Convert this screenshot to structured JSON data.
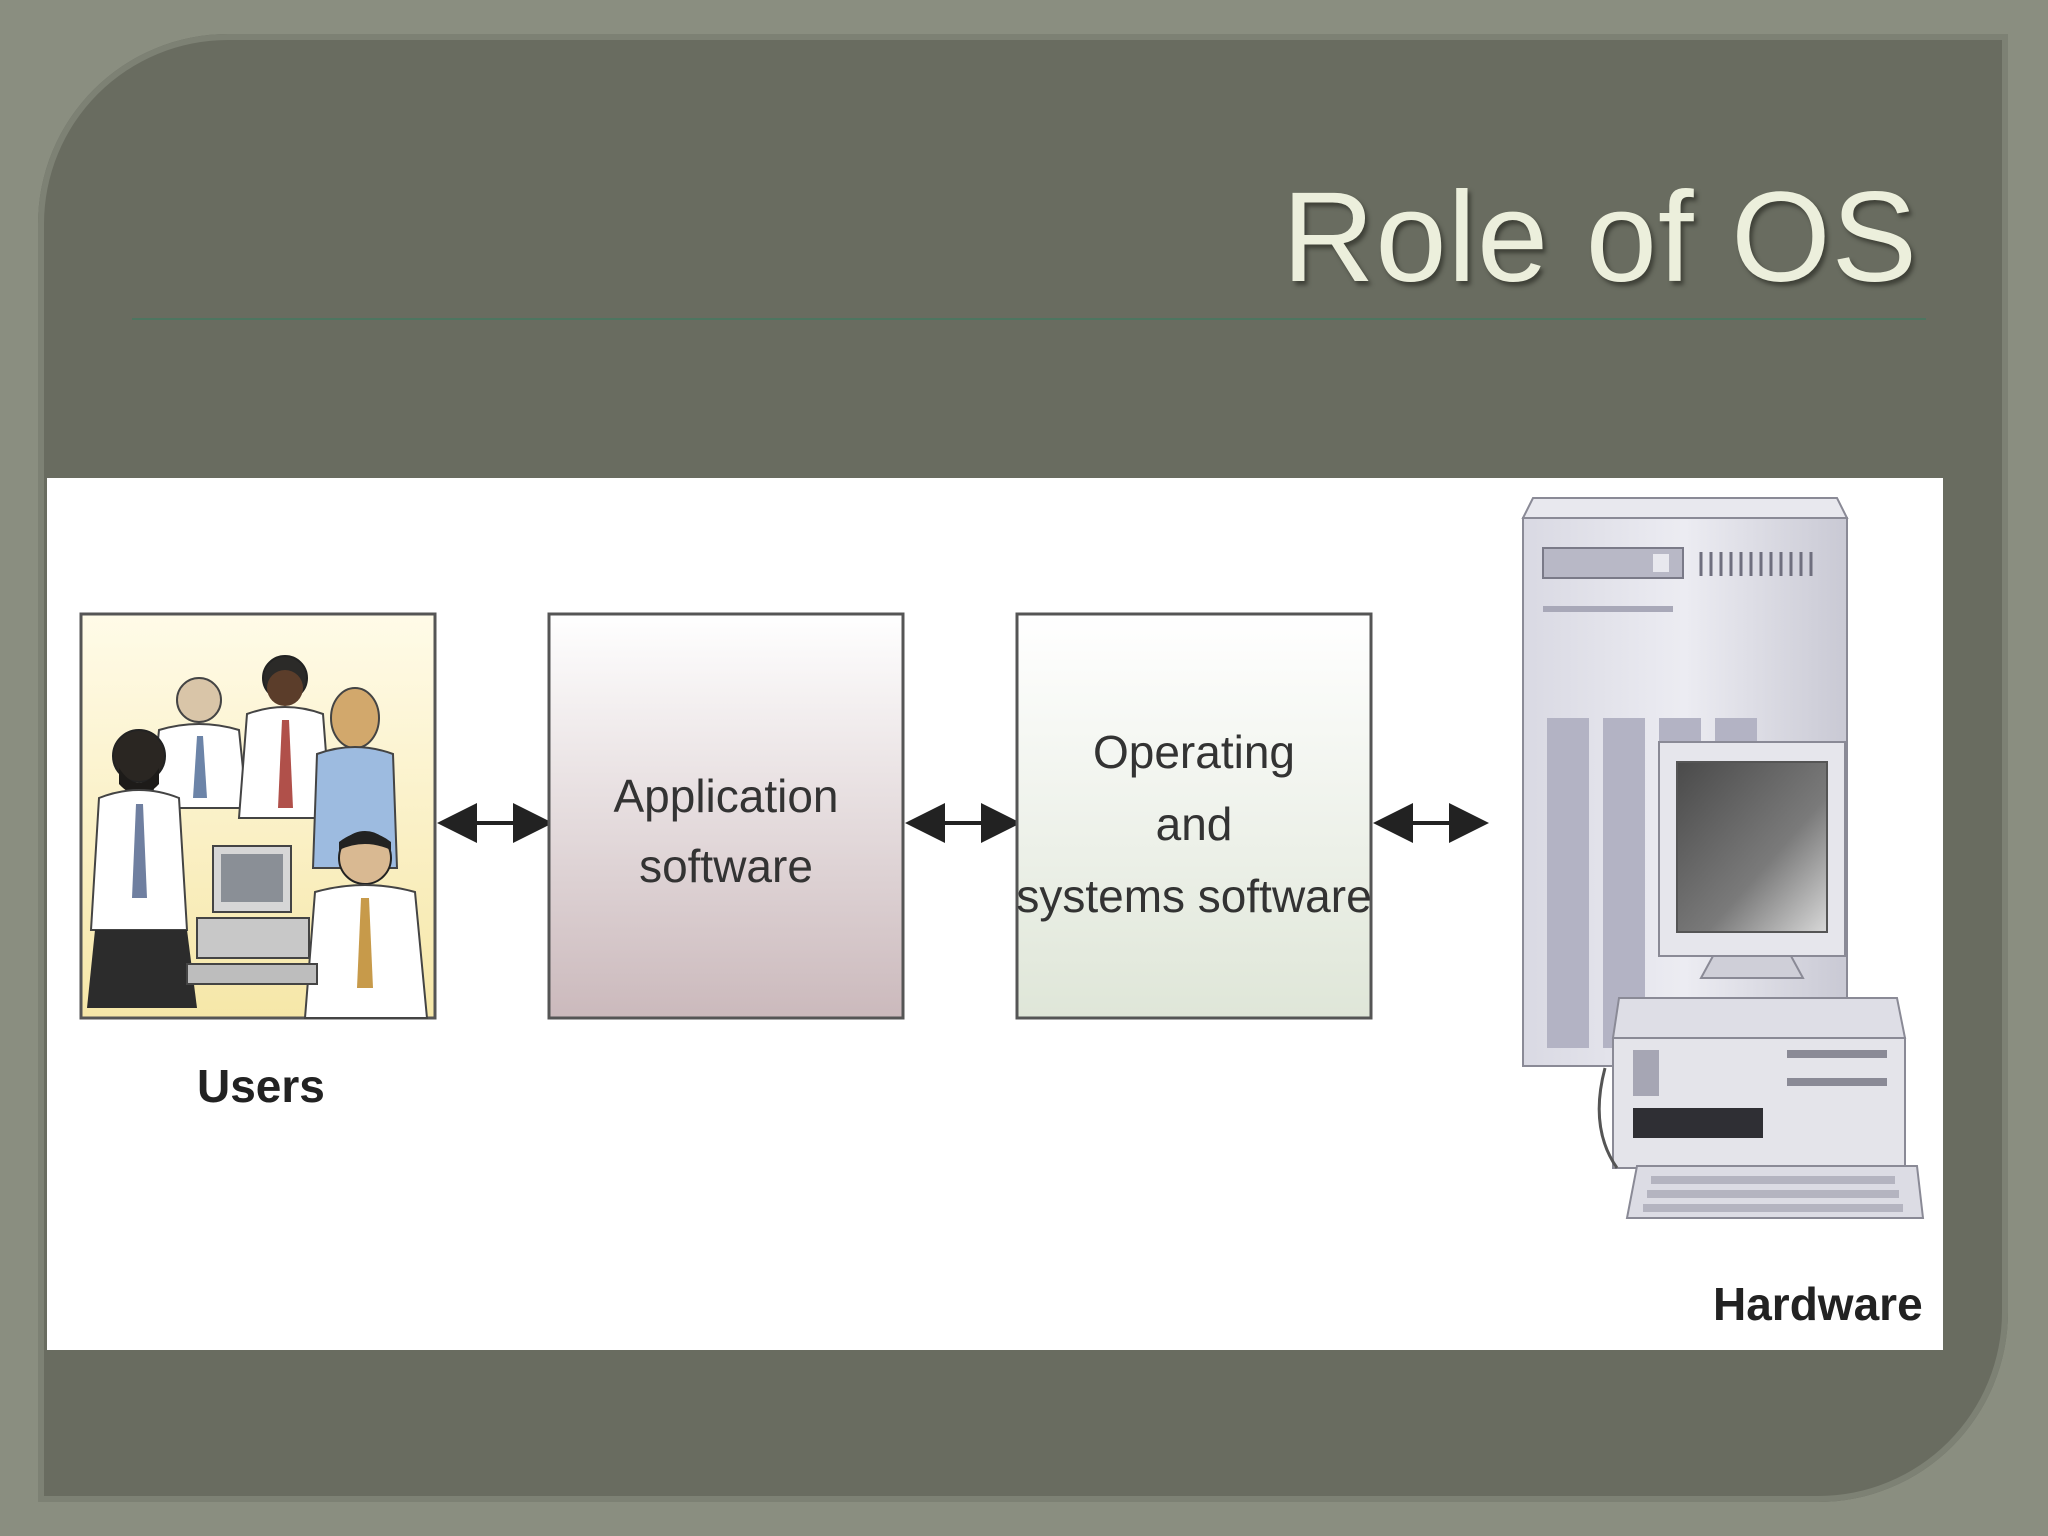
{
  "slide": {
    "title": "Role of OS"
  },
  "diagram": {
    "users_label": "Users",
    "application_box": {
      "line1": "Application",
      "line2": "software"
    },
    "os_box": {
      "line1": "Operating",
      "line2": "and",
      "line3": "systems software"
    },
    "hardware_label": "Hardware"
  },
  "colors": {
    "slide_bg": "#696c60",
    "title_text": "#ecefdc",
    "rule": "#4d7560",
    "app_box_gradient_end": "#cbb9bc",
    "os_box_gradient_end": "#dfe6d8"
  }
}
